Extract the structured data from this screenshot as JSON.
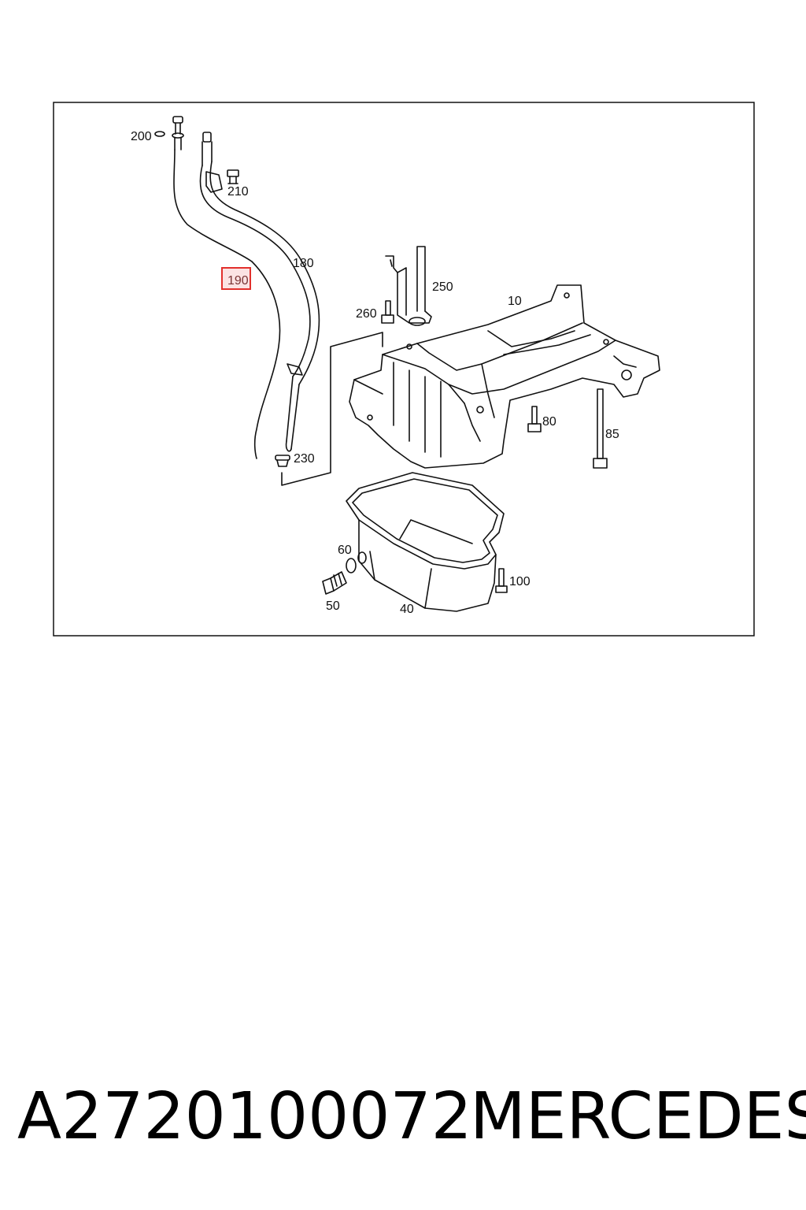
{
  "diagram": {
    "labels": {
      "p200": "200",
      "p210": "210",
      "p180": "180",
      "p190": "190",
      "p250": "250",
      "p260": "260",
      "p10": "10",
      "p80": "80",
      "p85": "85",
      "p230": "230",
      "p60": "60",
      "p50": "50",
      "p40": "40",
      "p100": "100"
    },
    "highlight_color": "#e2302c",
    "highlight_fill": "#fbe3e3",
    "line_color": "#111111"
  },
  "caption": {
    "part_number": "A2720100072",
    "brand": "MERCEDES"
  }
}
